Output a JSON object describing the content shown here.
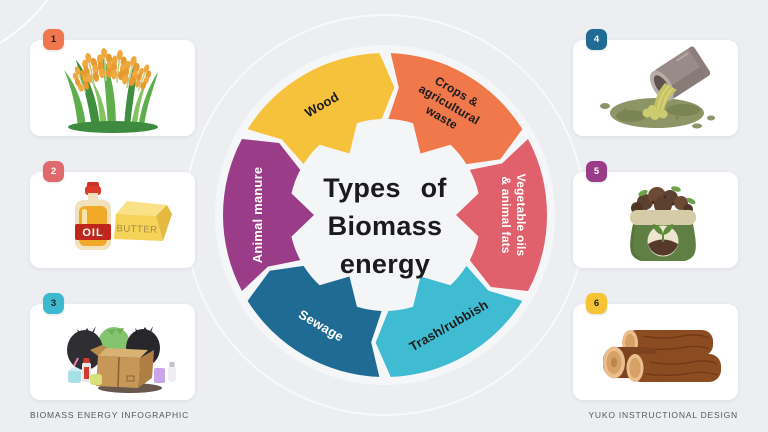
{
  "page": {
    "background_color": "#ECEEF1",
    "footer_left": "BIOMASS ENERGY INFOGRAPHIC",
    "footer_right": "YUKO INSTRUCTIONAL DESIGN"
  },
  "wheel": {
    "title_lines": [
      "Types of",
      "Biomass",
      "energy"
    ],
    "center_color": "#F4F5F7",
    "segments": [
      {
        "id": "wood",
        "label_lines": [
          "Wood"
        ],
        "color": "#F6C13B",
        "text_color": "#1C1C1E",
        "start_angle": 300,
        "label_angle": 330,
        "label_radius": 127,
        "label_rotation": -30
      },
      {
        "id": "crops-agricultural-waste",
        "label_lines": [
          "Crops &",
          "agricultural",
          "waste"
        ],
        "color": "#F0784A",
        "text_color": "#1C1C1E",
        "start_angle": 0,
        "label_angle": 30,
        "label_radius": 127,
        "label_rotation": 30
      },
      {
        "id": "vegetable-oils-animal-fats",
        "label_lines": [
          "Vegetable oils",
          "& animal fats"
        ],
        "color": "#E0606B",
        "text_color": "#FFFFFF",
        "start_angle": 60,
        "label_angle": 90,
        "label_radius": 128,
        "label_rotation": 90
      },
      {
        "id": "trash-rubbish",
        "label_lines": [
          "Trash/rubbish"
        ],
        "color": "#3FBCD1",
        "text_color": "#1C1C1E",
        "start_angle": 120,
        "label_angle": 150,
        "label_radius": 128,
        "label_rotation": -30
      },
      {
        "id": "sewage",
        "label_lines": [
          "Sewage"
        ],
        "color": "#1F6B93",
        "text_color": "#FFFFFF",
        "start_angle": 180,
        "label_angle": 210,
        "label_radius": 128,
        "label_rotation": 30
      },
      {
        "id": "animal-manure",
        "label_lines": [
          "Animal manure"
        ],
        "color": "#9A3C87",
        "text_color": "#FFFFFF",
        "start_angle": 240,
        "label_angle": 270,
        "label_radius": 127,
        "label_rotation": -90
      }
    ]
  },
  "cards": [
    {
      "number": "1",
      "badge_color": "#F0764E",
      "badge_text_color": "#26221F",
      "illustration": "rice-plants"
    },
    {
      "number": "2",
      "badge_color": "#DF696C",
      "badge_text_color": "#FFFFFF",
      "illustration": "oil-and-butter",
      "labels": {
        "oil": "OIL",
        "butter": "BUTTER"
      }
    },
    {
      "number": "3",
      "badge_color": "#3CB9CE",
      "badge_text_color": "#1E2429",
      "illustration": "trash-and-rubbish"
    },
    {
      "number": "4",
      "badge_color": "#1F6B93",
      "badge_text_color": "#FFFFFF",
      "illustration": "sewage-pipe"
    },
    {
      "number": "5",
      "badge_color": "#9A3C87",
      "badge_text_color": "#FFFFFF",
      "illustration": "compost-bag"
    },
    {
      "number": "6",
      "badge_color": "#F5C334",
      "badge_text_color": "#26221F",
      "illustration": "wood-logs"
    }
  ]
}
